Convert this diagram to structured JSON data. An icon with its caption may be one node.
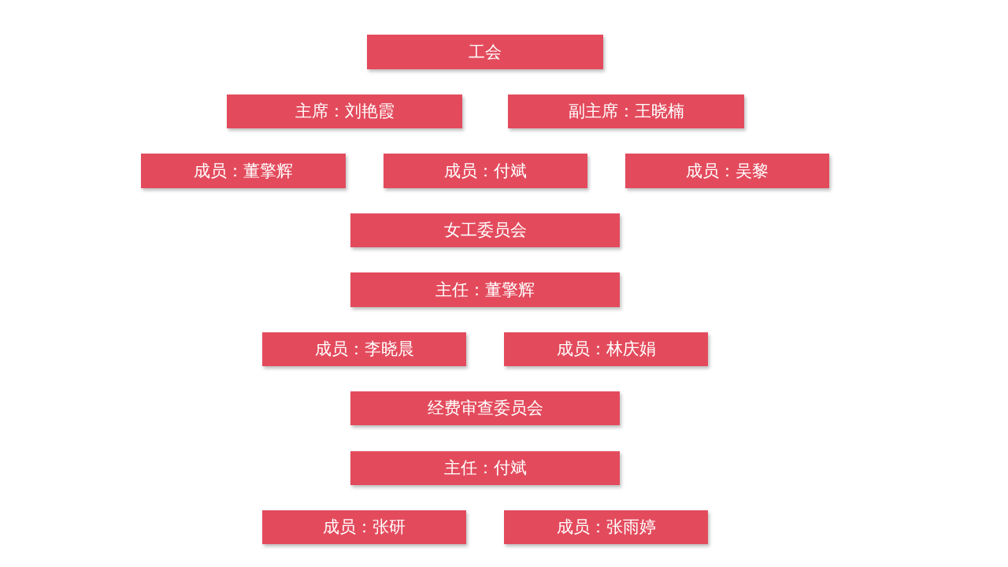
{
  "diagram": {
    "nodes": [
      {
        "text": [
          "工会"
        ]
      },
      {
        "text": [
          "主席：刘艳霞"
        ]
      },
      {
        "text": [
          "副主席：王晓楠"
        ]
      },
      {
        "text": [
          "成员：董擎辉"
        ]
      },
      {
        "text": [
          "成员：付斌"
        ]
      },
      {
        "text": [
          "成员：吴黎"
        ]
      },
      {
        "text": [
          "女工委员会"
        ]
      },
      {
        "text": [
          "主任：董擎辉"
        ]
      },
      {
        "text": [
          "成员：李晓晨"
        ]
      },
      {
        "text": [
          "成员：林庆娟"
        ]
      },
      {
        "text": [
          "经费审查委员会"
        ]
      },
      {
        "text": [
          "主任：付斌"
        ]
      },
      {
        "text": [
          "成员：张研"
        ]
      },
      {
        "text": [
          "成员：张雨婷"
        ]
      }
    ]
  }
}
